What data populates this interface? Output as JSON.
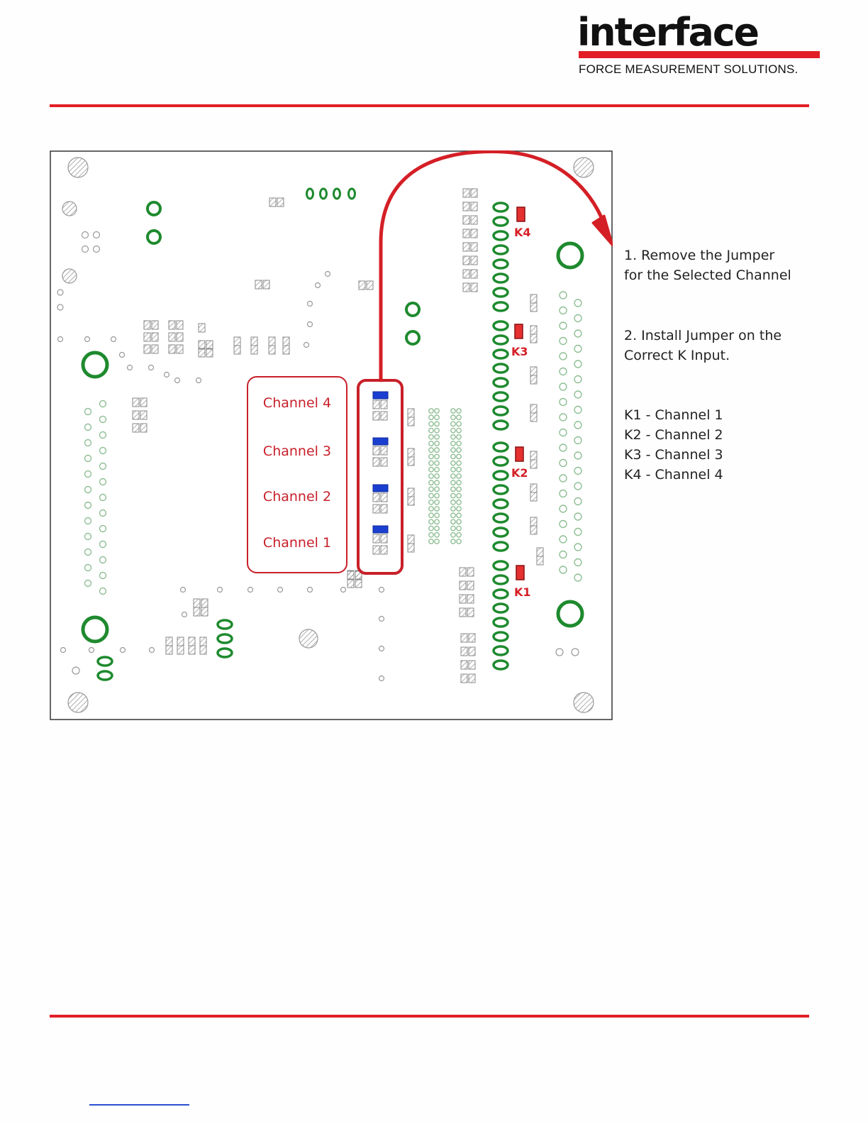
{
  "header": {
    "logo_text": "interface",
    "logo_tagline": "FORCE MEASUREMENT SOLUTIONS."
  },
  "figure": {
    "channel_labels": [
      "Channel 4",
      "Channel 3",
      "Channel 2",
      "Channel 1"
    ],
    "k_labels": [
      "K4",
      "K3",
      "K2",
      "K1"
    ]
  },
  "instructions": {
    "step1": "1. Remove the Jumper for the Selected Channel",
    "step2": "2. Install Jumper on the Correct K Input."
  },
  "legend": [
    "K1 - Channel 1",
    "K2 - Channel 2",
    "K3 - Channel 3",
    "K4 - Channel 4"
  ],
  "colors": {
    "brand_red": "#e21f26",
    "pad_green": "#1e8a2e",
    "jumper_blue": "#1a3fd0",
    "annotation_red": "#c8202a"
  }
}
